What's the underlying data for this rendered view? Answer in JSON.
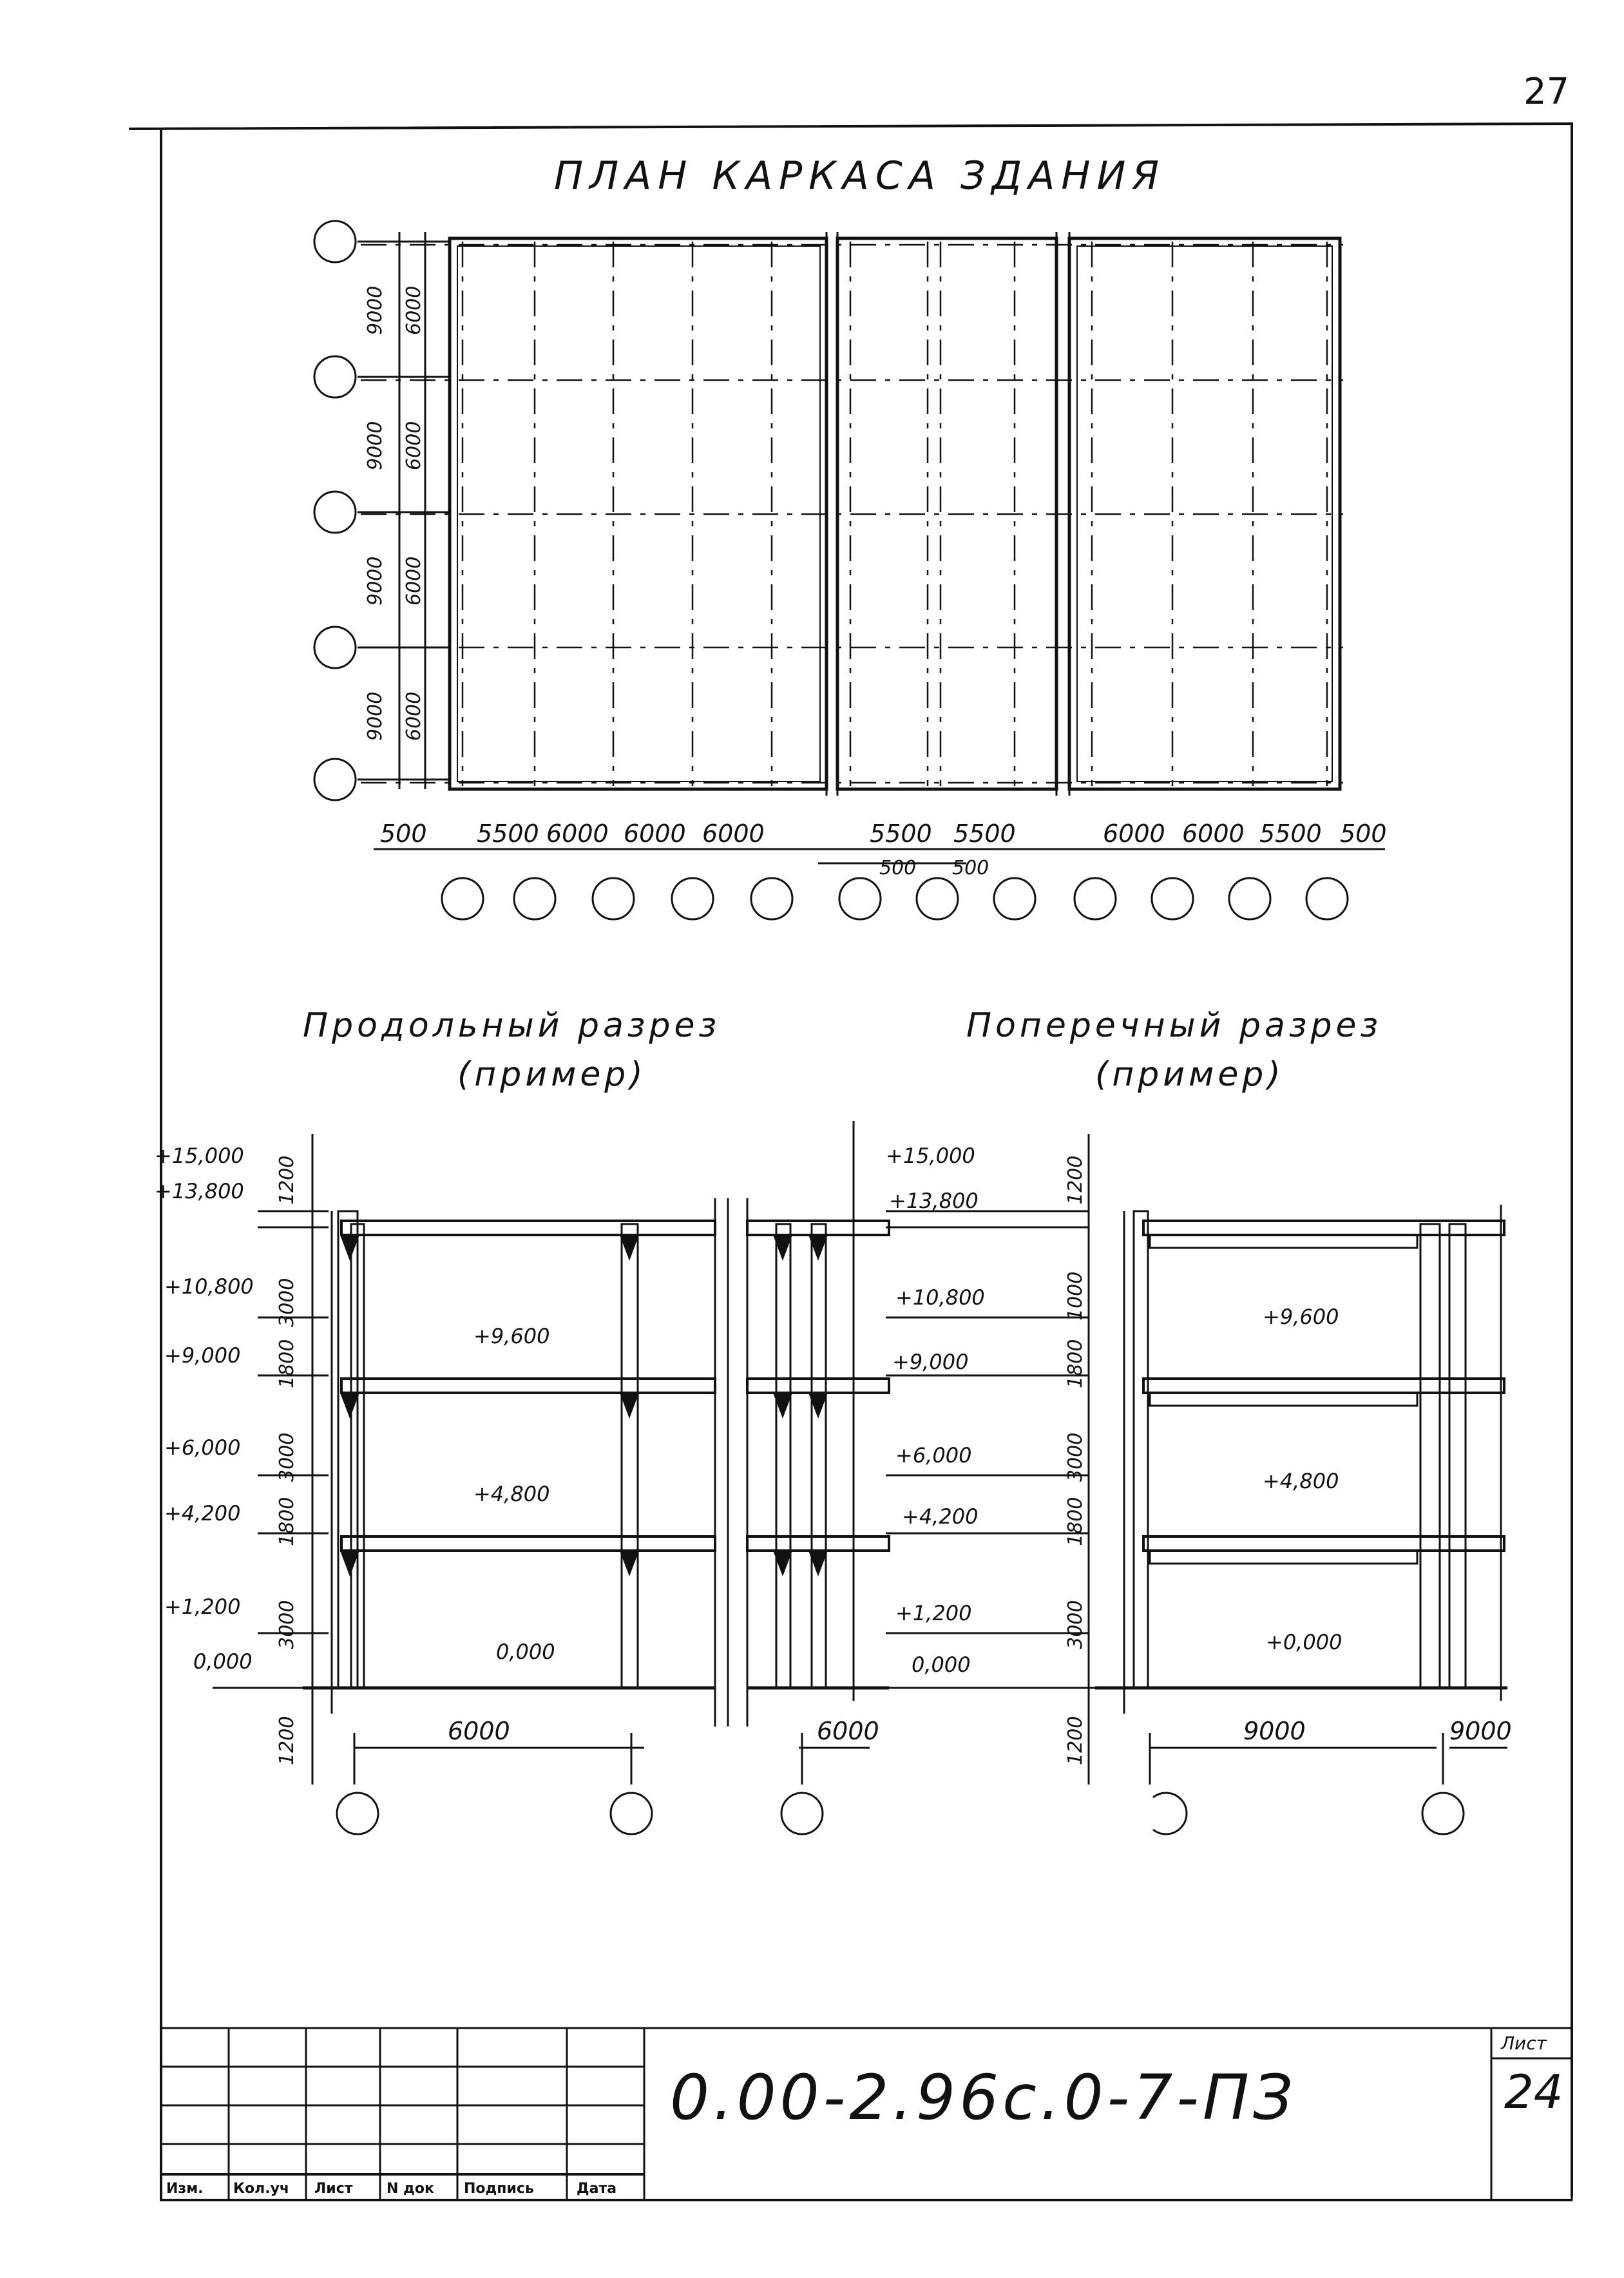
{
  "page_number": "27",
  "plan": {
    "title": "ПЛАН КАРКАСА ЗДАНИЯ",
    "vertical_dims": [
      {
        "outer": "9000",
        "inner": "6000"
      },
      {
        "outer": "9000",
        "inner": "6000"
      },
      {
        "outer": "9000",
        "inner": "6000"
      },
      {
        "outer": "9000",
        "inner": "6000"
      }
    ],
    "bottom_dims": [
      "500",
      "5500",
      "6000",
      "6000",
      "6000",
      "5500",
      "5500",
      "6000",
      "6000",
      "5500",
      "500"
    ],
    "bottom_small_dims": [
      "500",
      "500"
    ]
  },
  "longitudinal_section": {
    "title": "Продольный разрез",
    "subtitle": "(пример)",
    "levels": [
      "+15,000",
      "+13,800",
      "+10,800",
      "+9,000",
      "+6,000",
      "+4,200",
      "+1,200",
      "0,000"
    ],
    "vertical_dims": [
      "1200",
      "3000",
      "1800",
      "3000",
      "1800",
      "3000",
      "1200"
    ],
    "floor_marks": [
      "+9,600",
      "+4,800",
      "0,000"
    ],
    "spans": [
      "6000",
      "6000"
    ]
  },
  "cross_section": {
    "title": "Поперечный разрез",
    "subtitle": "(пример)",
    "levels": [
      "+15,000",
      "+13,800",
      "+10,800",
      "+9,000",
      "+6,000",
      "+4,200",
      "+1,200",
      "0,000"
    ],
    "vertical_dims": [
      "1200",
      "1000",
      "1800",
      "3000",
      "1800",
      "3000",
      "1200"
    ],
    "floor_marks": [
      "+9,600",
      "+4,800",
      "+0,000"
    ],
    "spans": [
      "9000",
      "9000"
    ]
  },
  "title_block": {
    "columns": [
      "Изм.",
      "Кол.уч",
      "Лист",
      "N док",
      "Подпись",
      "Дата"
    ],
    "code": "0.00-2.96с.0-7-ПЗ",
    "sheet_label": "Лист",
    "sheet_number": "24"
  }
}
